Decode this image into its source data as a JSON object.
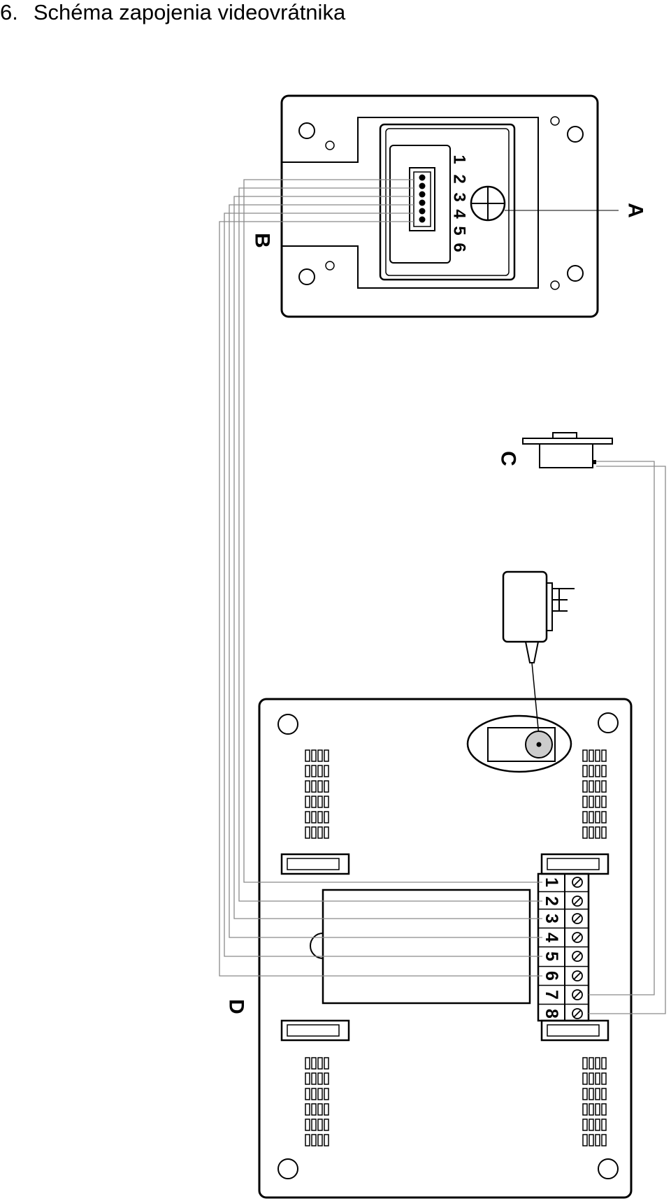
{
  "heading": {
    "number": "6.",
    "text": "Schéma zapojenia videovrátnika"
  },
  "labels": {
    "a": "A",
    "b": "B",
    "c": "C",
    "d": "D"
  },
  "connector_pins": [
    "1",
    "2",
    "3",
    "4",
    "5",
    "6"
  ],
  "terminal_numbers": [
    "1",
    "2",
    "3",
    "4",
    "5",
    "6",
    "7",
    "8"
  ],
  "colors": {
    "line": "#000000",
    "wire": "#8a8a8a",
    "jack_fill": "#cccccc"
  }
}
